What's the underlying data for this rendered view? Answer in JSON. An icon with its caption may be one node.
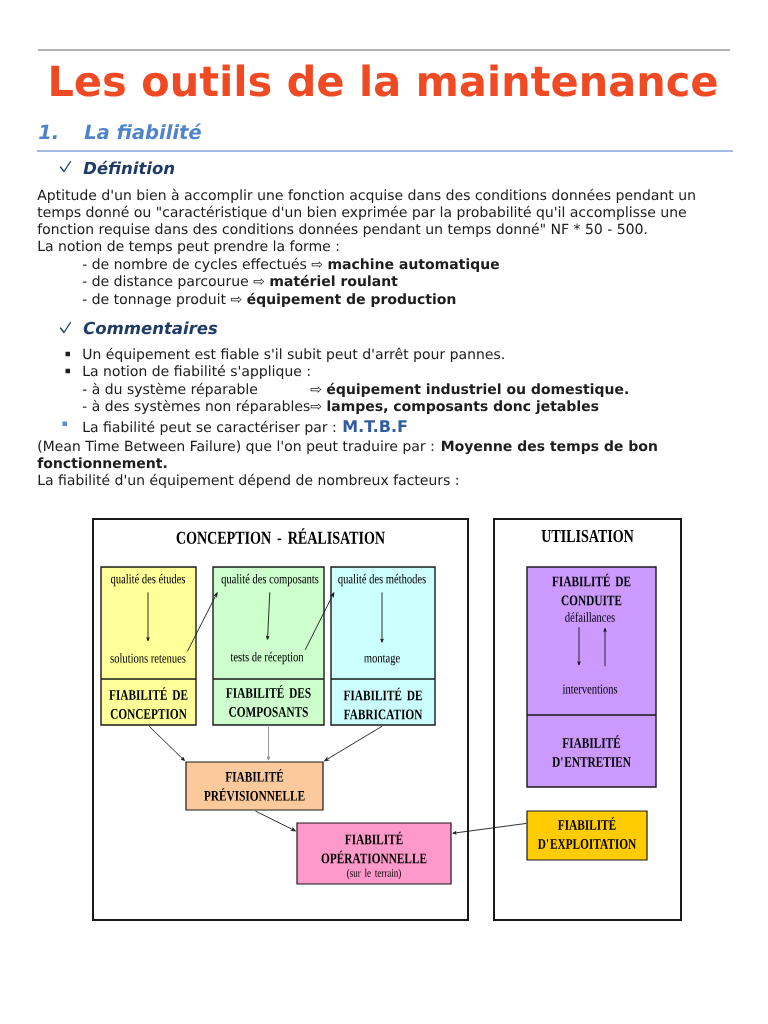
{
  "diagram": {
    "title": "Les outils de la maintenance",
    "nodes": [
      {
        "text": [
          "CONCEPTION - RÉALISATION"
        ]
      },
      {
        "text": [
          "FIABILITÉ DE CONCEPTION"
        ],
        "in": 0
      },
      {
        "text": [
          "qualité des études"
        ],
        "in": 1
      },
      {
        "text": [
          "solutions retenues"
        ],
        "in": 1
      },
      {
        "text": [
          "FIABILITÉ DES COMPOSANTS"
        ],
        "in": 0
      },
      {
        "text": [
          "qualité des composants"
        ],
        "in": 4
      },
      {
        "text": [
          "tests de réception"
        ],
        "in": 4
      },
      {
        "text": [
          "FIABILITÉ DE FABRICATION"
        ],
        "in": 0
      },
      {
        "text": [
          "qualité des méthodes"
        ],
        "in": 7
      },
      {
        "text": [
          "montage"
        ],
        "in": 7
      },
      {
        "text": [
          "FIABILITÉ PRÉVISIONNELLE"
        ],
        "in": 0
      },
      {
        "text": [
          "FIABILITÉ OPÉRATIONNELLE",
          "(sur le terrain)"
        ],
        "in": 0
      },
      {
        "text": [
          "UTILISATION"
        ]
      },
      {
        "text": [
          "FIABILITÉ DE CONDUITE",
          "FIABILITÉ D'ENTRETIEN"
        ],
        "in": 12
      },
      {
        "text": [
          "défaillances"
        ],
        "in": 13
      },
      {
        "text": [
          "interventions"
        ],
        "in": 13
      },
      {
        "text": [
          "FIABILITÉ D'EXPLOITATION"
        ],
        "in": 12
      }
    ],
    "edges": [
      {
        "from": 2,
        "to": 3,
        "arrow": "to"
      },
      {
        "from": 3,
        "to": 5,
        "arrow": "to"
      },
      {
        "from": 5,
        "to": 6,
        "arrow": "to"
      },
      {
        "from": 6,
        "to": 8,
        "arrow": "to"
      },
      {
        "from": 8,
        "to": 9,
        "arrow": "to"
      },
      {
        "from": 1,
        "to": 10,
        "arrow": "to"
      },
      {
        "from": 4,
        "to": 10,
        "arrow": "to",
        "color": "#8c8c8c"
      },
      {
        "from": 7,
        "to": 10,
        "arrow": "to"
      },
      {
        "from": 10,
        "to": 11,
        "arrow": "to"
      },
      {
        "from": 14,
        "to": 15,
        "arrow": "to"
      },
      {
        "from": 15,
        "to": 14,
        "arrow": "to"
      },
      {
        "from": 16,
        "to": 11,
        "arrow": "to"
      }
    ],
    "labels": [
      "1.",
      "La fiabilité",
      "Définition",
      "Aptitude d'un bien à accomplir une fonction acquise dans des conditions données pendant un temps donné ou \"caractéristique d'un bien exprimée par la probabilité qu'il accomplisse une fonction requise dans des conditions données pendant un temps donné\" NF * 50 - 500.",
      "La notion de temps peut prendre la forme :",
      "- de nombre de cycles effectués ⇨ **machine automatique**",
      "- de distance parcourue ⇨ **matériel roulant**",
      "- de tonnage produit ⇨ **équipement de production**",
      "Commentaires",
      "Un équipement est fiable s'il subit peut d'arrêt pour pannes.",
      "La notion de fiabilité s'applique :",
      "- à du système réparable",
      "⇨ **équipement industriel ou domestique.**",
      "- à des systèmes non réparables⇨ **lampes, composants donc jetables**",
      "La fiabilité peut se caractériser par :",
      "M.T.B.F",
      "(Mean Time Between Failure) que l'on peut traduire par : **Moyenne des temps de bon fonctionnement.**",
      "La fiabilité d'un équipement dépend de nombreux facteurs :"
    ]
  }
}
